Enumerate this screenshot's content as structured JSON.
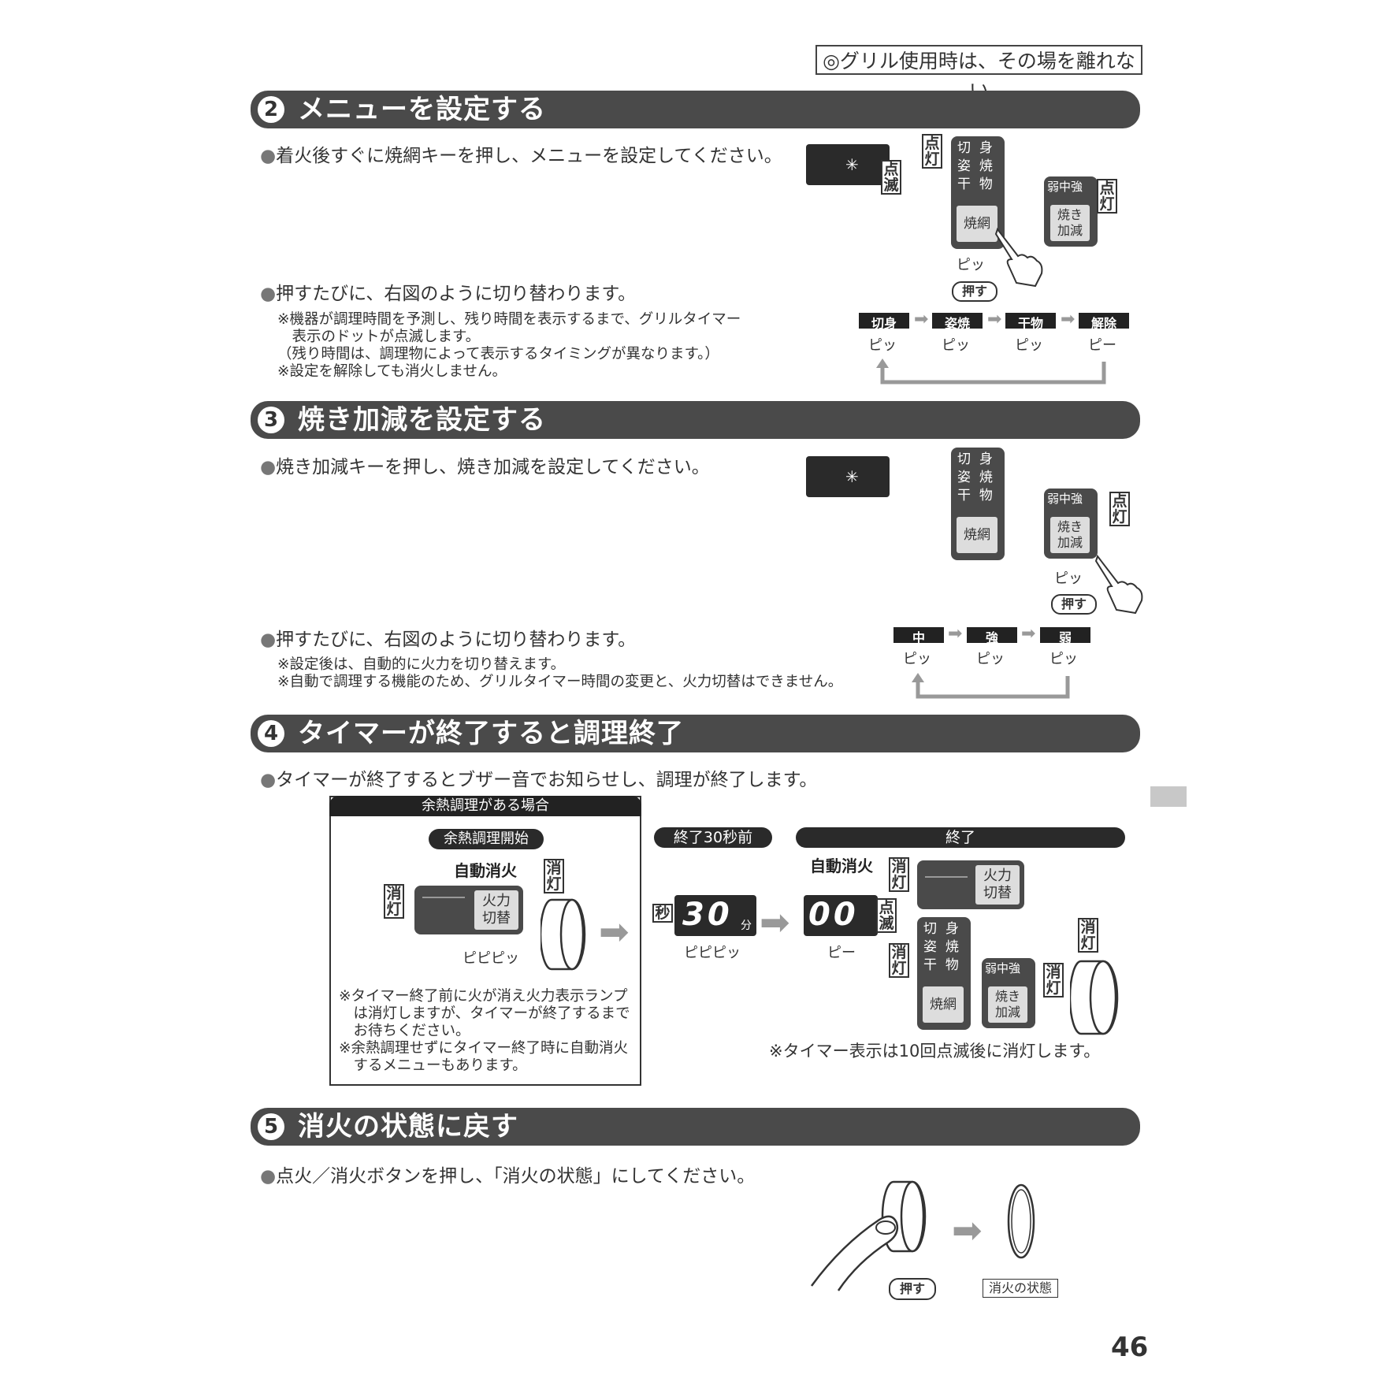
{
  "warning": "◎グリル使用時は、その場を離れない",
  "sections": [
    {
      "num": "2",
      "title": "メニューを設定する"
    },
    {
      "num": "3",
      "title": "焼き加減を設定する"
    },
    {
      "num": "4",
      "title": "タイマーが終了すると調理終了"
    },
    {
      "num": "5",
      "title": "消火の状態に戻す"
    }
  ],
  "s2": {
    "p1": "着火後すぐに焼網キーを押し、メニューを設定してください。",
    "p2": "押すたびに、右図のように切り替わります。",
    "notes": [
      "※機器が調理時間を予測し、残り時間を表示するまで、グリルタイマー",
      "　表示のドットが点滅します。",
      "（残り時間は、調理物によって表示するタイミングが異なります。）",
      "※設定を解除しても消火しません。"
    ],
    "seq": [
      "切身",
      "姿焼",
      "干物",
      "解除"
    ],
    "seq_beeps": [
      "ピッ",
      "ピッ",
      "ピッ",
      "ピー"
    ]
  },
  "s3": {
    "p1": "焼き加減キーを押し、焼き加減を設定してください。",
    "p2": "押すたびに、右図のように切り替わります。",
    "notes": [
      "※設定後は、自動的に火力を切り替えます。",
      "※自動で調理する機能のため、グリルタイマー時間の変更と、火力切替はできません。"
    ],
    "seq": [
      "中",
      "強",
      "弱"
    ],
    "seq_beeps": [
      "ピッ",
      "ピッ",
      "ピッ"
    ]
  },
  "s4": {
    "p1": "タイマーが終了するとブザー音でお知らせし、調理が終了します。",
    "box_title": "余熱調理がある場合",
    "box_sub": "余熱調理開始",
    "auto_off": "自動消火",
    "box_notes": [
      "※タイマー終了前に火が消え火力表示ランプ",
      "　は消灯しますが、タイマーが終了するまで",
      "　お待ちください。",
      "※余熱調理せずにタイマー終了時に自動消火",
      "　するメニューもあります。"
    ],
    "pill_30": "終了30秒前",
    "pill_end": "終了",
    "sec_label": "秒",
    "min_label": "分",
    "lcd_30": "30",
    "lcd_00": "00",
    "beep_pipipi": "ピピピッ",
    "beep_pi": "ピー",
    "end_note": "※タイマー表示は10回点滅後に消灯します。"
  },
  "s5": {
    "p1": "点火／消火ボタンを押し、「消火の状態」にしてください。",
    "state": "消火の状態"
  },
  "panel": {
    "menu_rows": [
      [
        "切",
        "身"
      ],
      [
        "姿",
        "焼"
      ],
      [
        "干",
        "物"
      ]
    ],
    "yakiami": "焼網",
    "levels": "弱中強",
    "yaki_kagen": [
      "焼き",
      "加減"
    ],
    "karyoku": [
      "火力",
      "切替"
    ]
  },
  "tags": {
    "tento": "点灯",
    "tenmetsu": "点滅",
    "shoto": "消灯"
  },
  "push": "押す",
  "beep_short": "ピッ",
  "page": "46"
}
